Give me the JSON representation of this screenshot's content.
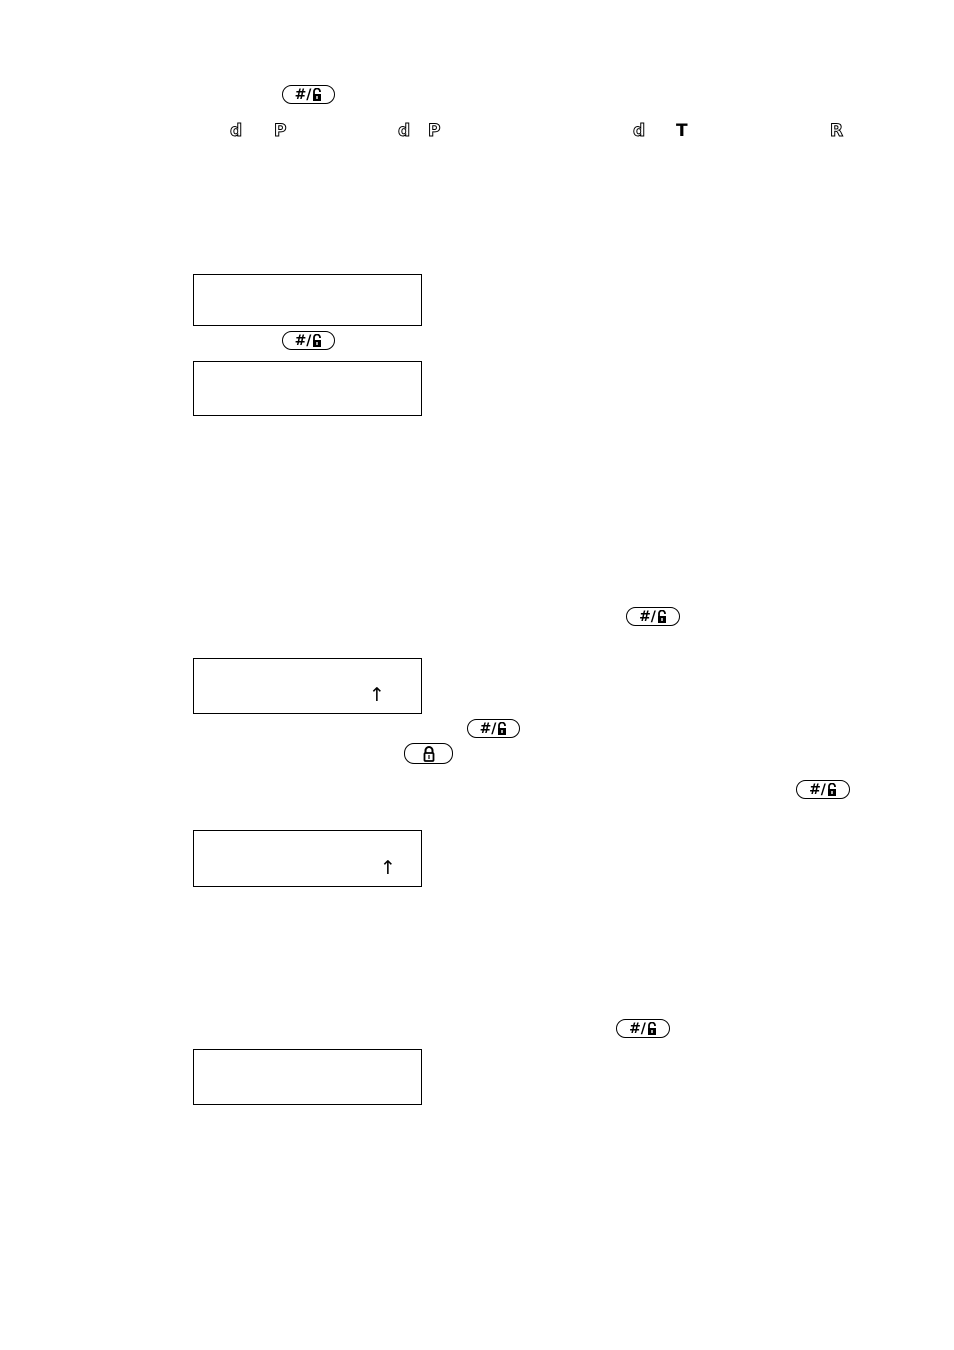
{
  "keys": {
    "hash_lock": "#/",
    "lock_key": ""
  },
  "glyph_row": {
    "g1": "d",
    "g2": "P",
    "g3": "d",
    "g4": "P",
    "g5": "d",
    "g6": "T",
    "g7": "R"
  },
  "displays": {
    "cursor": "↑"
  }
}
